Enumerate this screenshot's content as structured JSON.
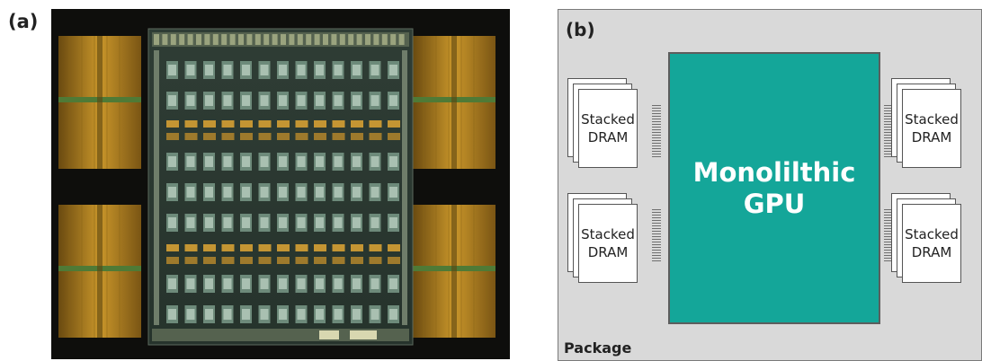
{
  "panel_a": {
    "label": "(a)"
  },
  "panel_b": {
    "label": "(b)",
    "package_label": "Package",
    "gpu": {
      "line1": "Monolilthic",
      "line2": "GPU",
      "color": "#14a699"
    },
    "dram_stacks": [
      {
        "line1": "Stacked",
        "line2": "DRAM"
      },
      {
        "line1": "Stacked",
        "line2": "DRAM"
      },
      {
        "line1": "Stacked",
        "line2": "DRAM"
      },
      {
        "line1": "Stacked",
        "line2": "DRAM"
      }
    ],
    "colors": {
      "background": "#d9d9d9",
      "border": "#7a7a7a"
    }
  }
}
